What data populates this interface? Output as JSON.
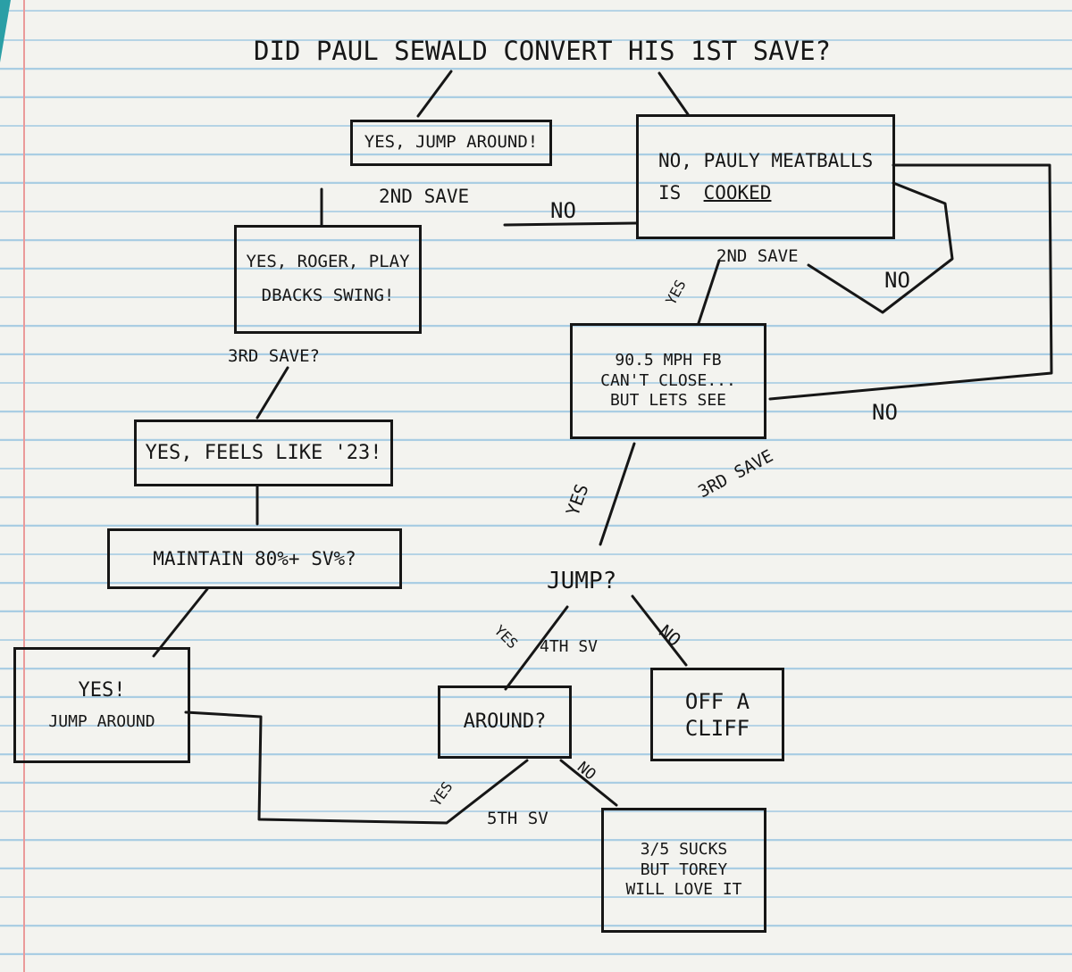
{
  "title": "DID PAUL SEWALD CONVERT HIS 1ST SAVE?",
  "nodes": {
    "yes_jump_around": "YES, JUMP AROUND!",
    "no_pauly": {
      "line1": "NO, PAULY MEATBALLS",
      "line2_prefix": "IS",
      "line2_emph": "COOKED"
    },
    "yes_roger": {
      "line1": "YES, ROGER, PLAY",
      "line2": "DBACKS SWING!"
    },
    "fastball": {
      "line1": "90.5 MPH FB",
      "line2": "CAN'T CLOSE...",
      "line3": "BUT LETS SEE"
    },
    "feels_23": "YES, FEELS LIKE '23!",
    "maintain": "MAINTAIN 80%+ SV%?",
    "jump_q": "JUMP?",
    "yes_jump_around_2": {
      "line1": "YES!",
      "line2": "JUMP AROUND"
    },
    "around_q": "AROUND?",
    "off_cliff": {
      "line1": "OFF A",
      "line2": "CLIFF"
    },
    "sucks": {
      "line1": "3/5 SUCKS",
      "line2": "BUT TOREY",
      "line3": "WILL LOVE IT"
    }
  },
  "edge_labels": {
    "second_save_left": "2ND SAVE",
    "no_left": "NO",
    "second_save_right": "2ND SAVE",
    "yes_to_fb": "YES",
    "no_loop": "NO",
    "third_save_q": "3RD SAVE?",
    "no_fb": "NO",
    "yes_to_jump": "YES",
    "third_save_right": "3RD SAVE",
    "yes_4th": "YES",
    "fourth_sv": "4TH SV",
    "no_cliff": "NO",
    "no_sucks": "NO",
    "yes_5th": "YES",
    "fifth_sv": "5TH SV"
  }
}
